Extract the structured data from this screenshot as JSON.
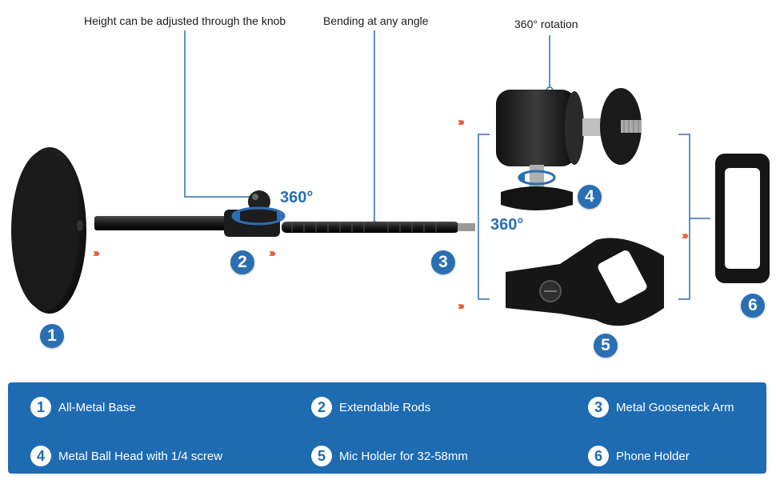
{
  "callouts": {
    "height_knob": "Height can be adjusted through the knob",
    "bending": "Bending at any angle",
    "rotation": "360°  rotation",
    "rod_rotation": "360°",
    "ballhead_rotation": "360°"
  },
  "arrows": "›››",
  "badges": [
    "1",
    "2",
    "3",
    "4",
    "5",
    "6"
  ],
  "legend": {
    "items": [
      {
        "num": "1",
        "label": "All-Metal Base"
      },
      {
        "num": "2",
        "label": "Extendable Rods"
      },
      {
        "num": "3",
        "label": "Metal Gooseneck Arm"
      },
      {
        "num": "4",
        "label": "Metal Ball Head with 1/4 screw"
      },
      {
        "num": "5",
        "label": "Mic Holder for 32-58mm"
      },
      {
        "num": "6",
        "label": "Phone Holder"
      }
    ]
  },
  "colors": {
    "accent_blue": "#1e6bb1",
    "arrow_orange": "#e4572e",
    "product_black": "#151515"
  }
}
